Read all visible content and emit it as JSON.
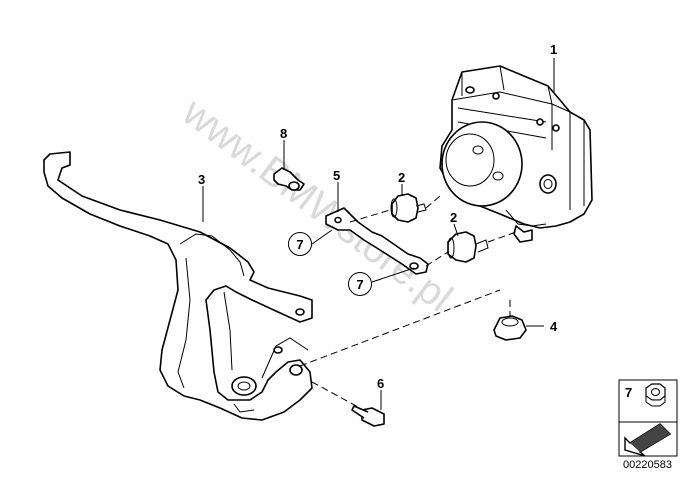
{
  "watermark": "www.BMWstore.pl",
  "callouts": {
    "p1": "1",
    "p2a": "2",
    "p2b": "2",
    "p3": "3",
    "p4": "4",
    "p5": "5",
    "p6": "6",
    "p7a": "7",
    "p7b": "7",
    "p8": "8"
  },
  "legend": {
    "part_number": "7",
    "icon": "hex-nut-icon",
    "arrow_icon": "arrow-icon"
  },
  "diagram_code": "00220583"
}
